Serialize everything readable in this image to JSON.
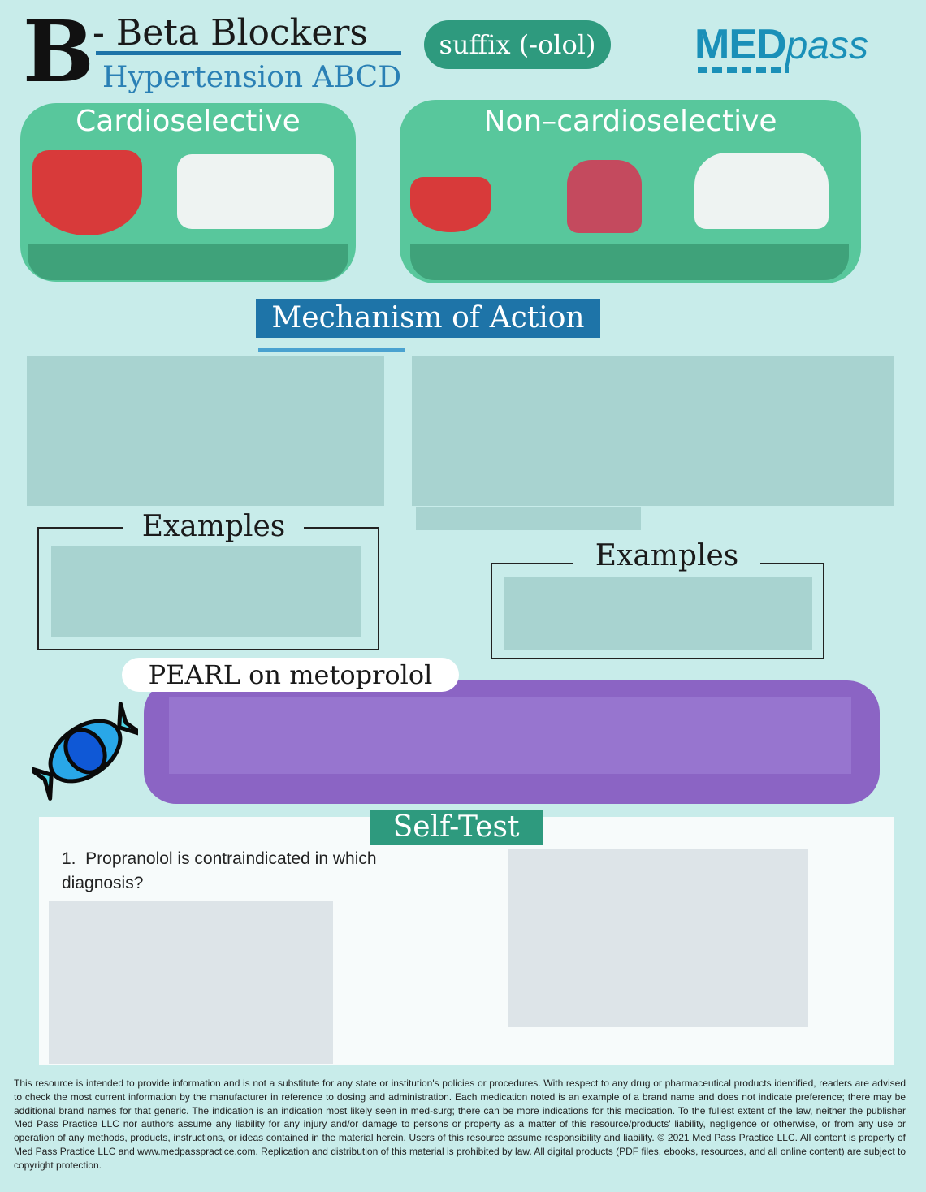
{
  "header": {
    "letter": "B",
    "title": "- Beta Blockers",
    "subtitle": "Hypertension ABCD",
    "suffix": "suffix (-olol)",
    "logo": {
      "part1": "MED",
      "part2": "pass"
    }
  },
  "panels": [
    {
      "title": "Cardioselective"
    },
    {
      "title": "Non–cardioselective"
    }
  ],
  "mechanism": {
    "title": "Mechanism of Action"
  },
  "examples": [
    {
      "title": "Examples"
    },
    {
      "title": "Examples"
    }
  ],
  "pearl": {
    "title": "PEARL on metoprolol"
  },
  "self_test": {
    "title": "Self-Test",
    "question": "1.  Propranolol is contraindicated in which diagnosis?"
  },
  "footer": {
    "text": "This resource is intended to provide information and is not a substitute for any state or institution's policies or procedures. With respect to any drug or pharmaceutical products identified, readers are advised to check the most current information by the manufacturer in reference to dosing and administration. Each medication noted is an example of a brand name and does not indicate preference; there may be additional brand names for that generic. The indication is an indication most likely seen in med-surg; there can be more indications for this medication. To the fullest extent of the law, neither the publisher Med Pass Practice LLC nor authors assume any liability for any injury and/or damage to persons or property as a matter of this resource/products' liability, negligence or otherwise, or from any use or operation of any methods, products, instructions, or ideas contained in the material herein. Users of this resource assume responsibility and liability. © 2021 Med Pass Practice LLC. All content is property of Med Pass Practice LLC and www.medpasspractice.com. Replication and distribution of this material is prohibited by law. All digital products (PDF files, ebooks, resources, and all online content) are subject to copyright protection."
  },
  "colors": {
    "background": "#c8ecea",
    "brand_blue": "#1e74a8",
    "green": "#2e9a7e",
    "panel_green": "#58c79c",
    "pearl_purple": "#8b64c4",
    "candy_blue": "#29a7e8"
  }
}
